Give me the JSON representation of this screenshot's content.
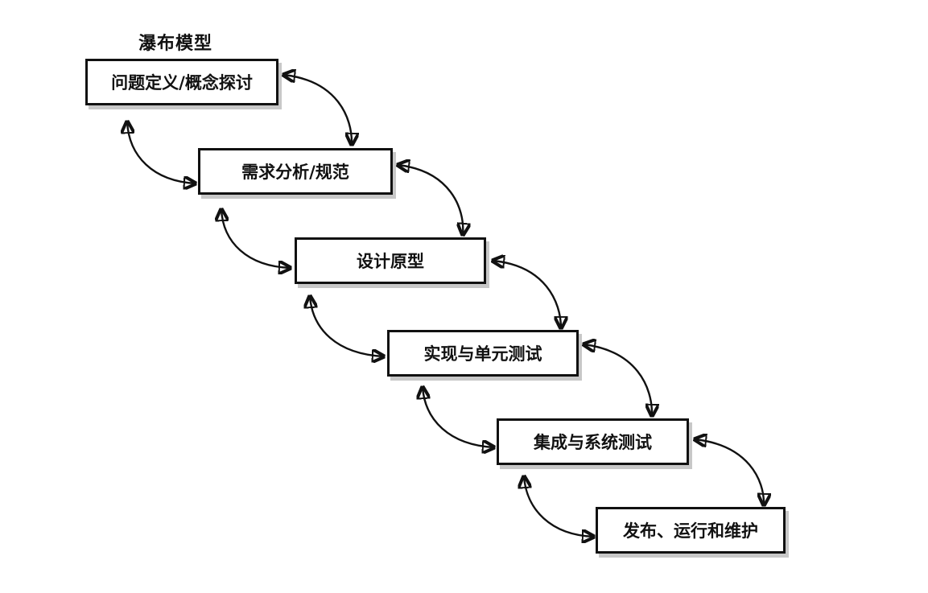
{
  "title": "瀑布模型",
  "stages": [
    {
      "label": "问题定义/概念探讨"
    },
    {
      "label": "需求分析/规范"
    },
    {
      "label": "设计原型"
    },
    {
      "label": "实现与单元测试"
    },
    {
      "label": "集成与系统测试"
    },
    {
      "label": "发布、运行和维护"
    }
  ],
  "arrow_style": "bidirectional curved arrows between consecutive stages (forward and feedback)"
}
